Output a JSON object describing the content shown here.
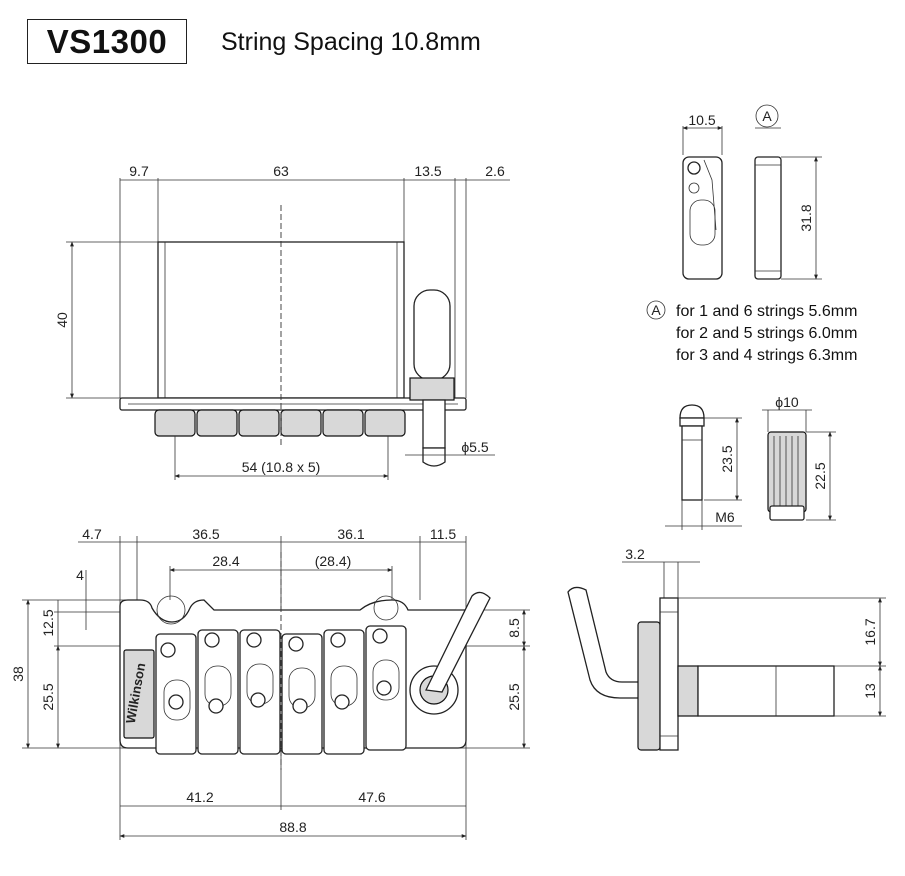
{
  "header": {
    "model": "VS1300",
    "spacing_label": "String Spacing 10.8mm"
  },
  "front_view": {
    "dim_left_offset": "9.7",
    "dim_width": "63",
    "dim_right_offset": "13.5",
    "dim_arm_offset": "2.6",
    "dim_height": "40",
    "dim_string_span": "54 (10.8 x 5)",
    "dim_arm_dia": "ϕ5.5"
  },
  "saddle_view": {
    "dim_width": "10.5",
    "dim_height": "31.8",
    "marker": "A"
  },
  "saddle_notes": {
    "marker": "A",
    "line1": "for 1 and 6 strings 5.6mm",
    "line2": "for 2 and 5 strings 6.0mm",
    "line3": "for 3 and 4 strings 6.3mm"
  },
  "parts_view": {
    "stud_height": "23.5",
    "stud_thread": "M6",
    "anchor_dia": "ϕ10",
    "anchor_height": "22.5"
  },
  "top_view": {
    "dim_left_edge": "4.7",
    "dim_left_half": "36.5",
    "dim_right_half": "36.1",
    "dim_right_edge": "11.5",
    "dim_stud_left": "28.4",
    "dim_stud_right": "(28.4)",
    "dim_small": "4",
    "dim_upper_left": "12.5",
    "dim_total_height": "38",
    "dim_lower_left": "25.5",
    "dim_upper_right": "8.5",
    "dim_lower_right": "25.5",
    "dim_bottom_left": "41.2",
    "dim_bottom_right": "47.6",
    "dim_overall": "88.8",
    "brand": "Wilkinson"
  },
  "side_view": {
    "dim_plate": "3.2",
    "dim_block_height": "16.7",
    "dim_block_lower": "13"
  }
}
